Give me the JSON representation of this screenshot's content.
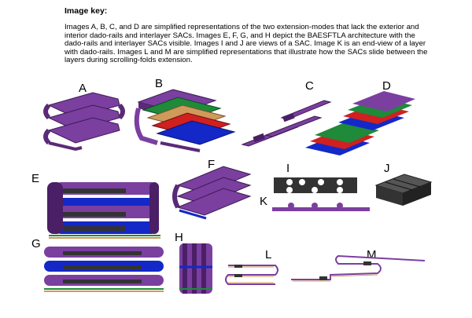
{
  "key": {
    "heading": "Image key:",
    "paragraph": "Images A, B, C, and D are simplified representations of the two extension-modes that lack the exterior and interior dado-rails and interlayer SACs. Images E, F, G, and H depict the BAESFTLA architecture with the dado-rails and interlayer SACs visible. Images I and J are views of a SAC. Image K is an end-view of a layer with dado-rails. Images L and M are simplified representations that illustrate how the SACs slide between the layers during scrolling-folds extension."
  },
  "image_labels": {
    "a": "A",
    "b": "B",
    "c": "C",
    "d": "D",
    "e": "E",
    "f": "F",
    "g": "G",
    "h": "H",
    "i": "I",
    "j": "J",
    "k": "K",
    "l": "L",
    "m": "M"
  },
  "colors": {
    "purple": "#7b3fa0",
    "dark_purple": "#4a1f66",
    "green": "#1f8a3a",
    "tan": "#d09a5a",
    "red": "#d02020",
    "blue": "#1428c8",
    "dark_grey": "#333333"
  }
}
